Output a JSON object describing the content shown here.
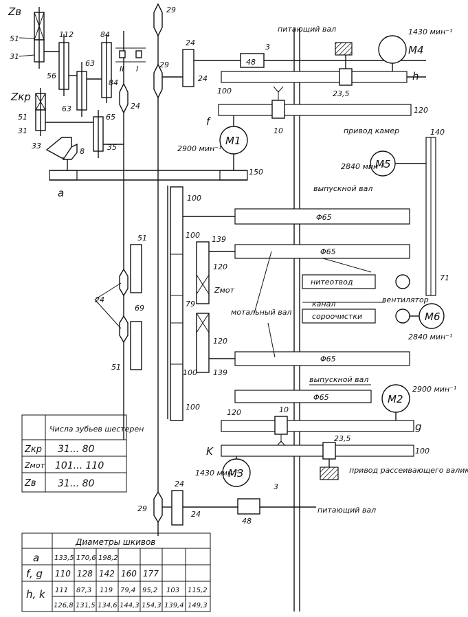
{
  "labels": {
    "zv": "Zв",
    "zkr": "Zкр",
    "zmot": "Zмот",
    "g51a": "51",
    "g31a": "31",
    "g112": "112",
    "g84a": "84",
    "g56": "56",
    "g63a": "63",
    "g84b": "84",
    "g63b": "63",
    "g51b": "51",
    "g31b": "31",
    "g65": "65",
    "g33": "33",
    "g8": "8",
    "g35": "35",
    "g29a": "29",
    "g29b": "29",
    "g29c": "29",
    "g24a": "24",
    "g24b": "24",
    "g24c": "24",
    "g24d": "24",
    "g24e": "24",
    "g24f": "24",
    "II": "II",
    "I": "I",
    "p48a": "48",
    "p48b": "48",
    "p3a": "3",
    "p3b": "3",
    "p235a": "23,5",
    "p235b": "23,5",
    "p100a": "100",
    "p100b": "100",
    "p100c": "100",
    "p100d": "100",
    "p100e": "100",
    "p100f": "100",
    "p120a": "120",
    "p120b": "120",
    "p120c": "120",
    "p120d": "120",
    "p139a": "139",
    "p139b": "139",
    "p79": "79",
    "p10a": "10",
    "p10b": "10",
    "p150": "150",
    "p140": "140",
    "p71": "71",
    "p51c": "51",
    "p69": "69",
    "p51d": "51",
    "f": "f",
    "g": "g",
    "h": "h",
    "k": "K",
    "a": "a",
    "feed_shaft_top": "питающий вал",
    "feed_shaft_bottom": "питающий вал",
    "m4": "M4",
    "m4_speed": "1430 мин⁻¹",
    "m1": "M1",
    "m1_speed": "2900 мин⁻¹",
    "m5": "M5",
    "m5_speed": "2840 мин⁻¹",
    "m6": "M6",
    "m6_speed": "2840 мин⁻¹",
    "m2": "M2",
    "m2_speed": "2900 мин⁻¹",
    "m3": "M3",
    "m3_speed": "1430 мин⁻¹",
    "chamber_drive": "привод камер",
    "release_shaft_top": "выпускной вал",
    "release_shaft_bottom": "выпускной вал",
    "phi65a": "Φ65",
    "phi65b": "Φ65",
    "phi65c": "Φ65",
    "phi65d": "Φ65",
    "thread_guide": "нитеотвод",
    "fan": "вентилятор",
    "channel": "канал",
    "suction": "сороочистки",
    "winding_shaft": "мотальный вал",
    "spread_drive": "привод рассеивающего валика"
  },
  "gear_table": {
    "title": "Числа зубьев шестерен",
    "rows": [
      {
        "name": "Zкр",
        "value": "31... 80"
      },
      {
        "name": "Zмот",
        "value": "101... 110"
      },
      {
        "name": "Zв",
        "value": "31... 80"
      }
    ]
  },
  "pulley_table": {
    "title": "Диаметры шкивов",
    "rows": [
      {
        "name": "a",
        "cells": [
          "133,5",
          "170,6",
          "198,2",
          "",
          "",
          "",
          ""
        ]
      },
      {
        "name": "f, g",
        "cells": [
          "110",
          "128",
          "142",
          "160",
          "177",
          "",
          ""
        ]
      },
      {
        "name": "h, k",
        "cells": [
          "111",
          "87,3",
          "119",
          "79,4",
          "95,2",
          "103",
          "115,2"
        ]
      },
      {
        "name": "",
        "cells": [
          "126,8",
          "131,5",
          "134,6",
          "144,3",
          "154,3",
          "139,4",
          "149,3"
        ]
      }
    ]
  }
}
